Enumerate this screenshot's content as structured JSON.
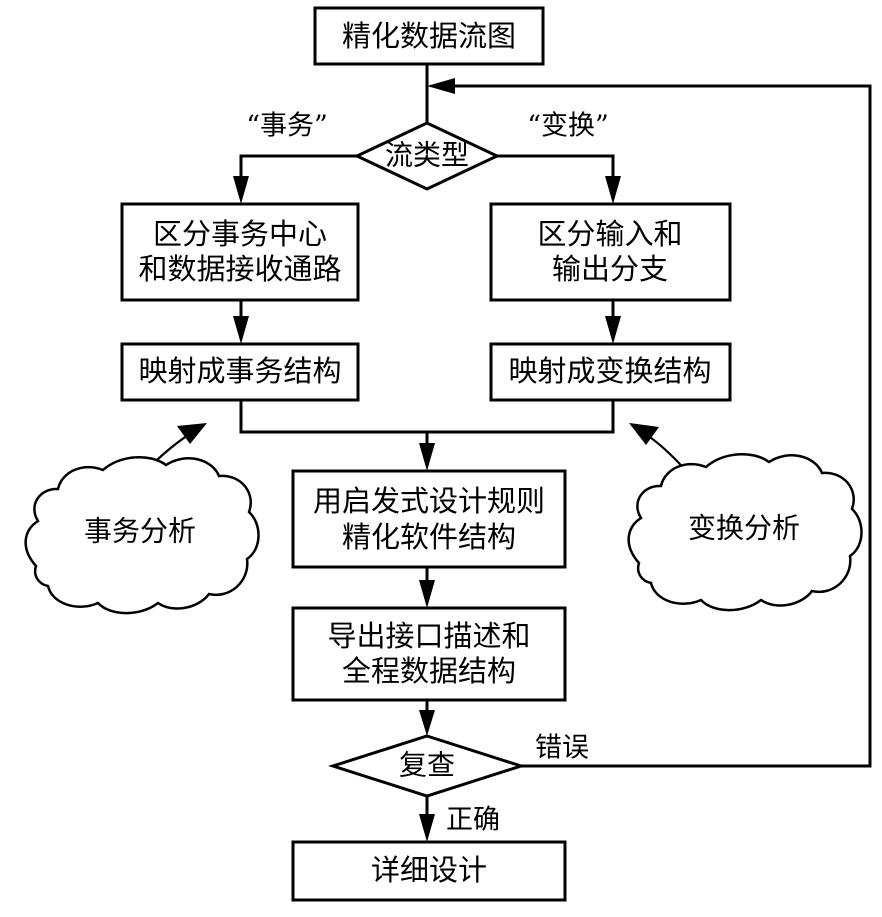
{
  "diagram": {
    "title": "精化数据流图",
    "language": "zh",
    "nodes": {
      "start": {
        "id": "start",
        "shape": "box",
        "label": "精化数据流图"
      },
      "flow_type": {
        "id": "flow_type",
        "shape": "diamond",
        "label": "流类型"
      },
      "transaction_center": {
        "id": "transaction_center",
        "shape": "box",
        "line1": "区分事务中心",
        "line2": "和数据接收通路"
      },
      "input_output": {
        "id": "input_output",
        "shape": "box",
        "line1": "区分输入和",
        "line2": "输出分支"
      },
      "map_transaction": {
        "id": "map_transaction",
        "shape": "box",
        "label": "映射成事务结构"
      },
      "map_transform": {
        "id": "map_transform",
        "shape": "box",
        "label": "映射成变换结构"
      },
      "refine_structure": {
        "id": "refine_structure",
        "shape": "box",
        "line1": "用启发式设计规则",
        "line2": "精化软件结构"
      },
      "derive_interface": {
        "id": "derive_interface",
        "shape": "box",
        "line1": "导出接口描述和",
        "line2": "全程数据结构"
      },
      "review": {
        "id": "review",
        "shape": "diamond",
        "label": "复查"
      },
      "detail_design": {
        "id": "detail_design",
        "shape": "box",
        "label": "详细设计"
      },
      "transaction_analysis": {
        "id": "transaction_analysis",
        "shape": "cloud",
        "label": "事务分析"
      },
      "transform_analysis": {
        "id": "transform_analysis",
        "shape": "cloud",
        "label": "变换分析"
      }
    },
    "edge_labels": {
      "transaction_branch": "“事务”",
      "transform_branch": "“变换”",
      "review_error": "错误",
      "review_correct": "正确"
    },
    "colors": {
      "stroke": "#000000",
      "fill": "#ffffff",
      "text": "#000000"
    }
  }
}
